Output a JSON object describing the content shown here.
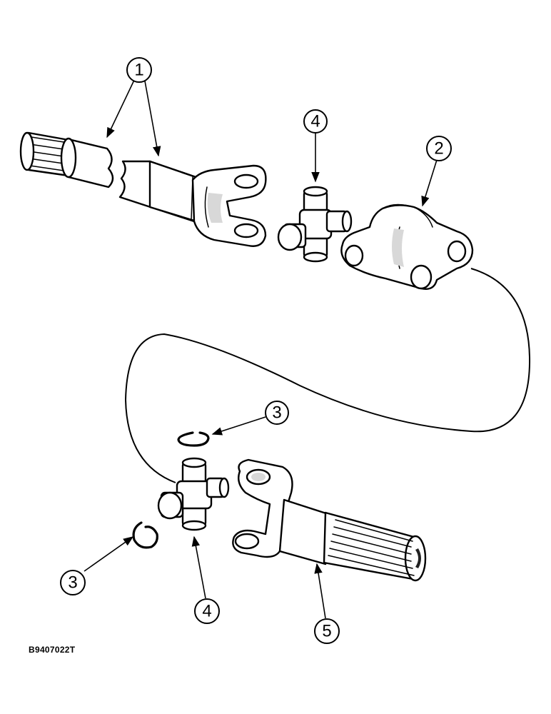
{
  "figure_id": "B9407022T",
  "callouts": [
    {
      "label": "1"
    },
    {
      "label": "2"
    },
    {
      "label": "3"
    },
    {
      "label": "3"
    },
    {
      "label": "4"
    },
    {
      "label": "4"
    },
    {
      "label": "5"
    }
  ]
}
